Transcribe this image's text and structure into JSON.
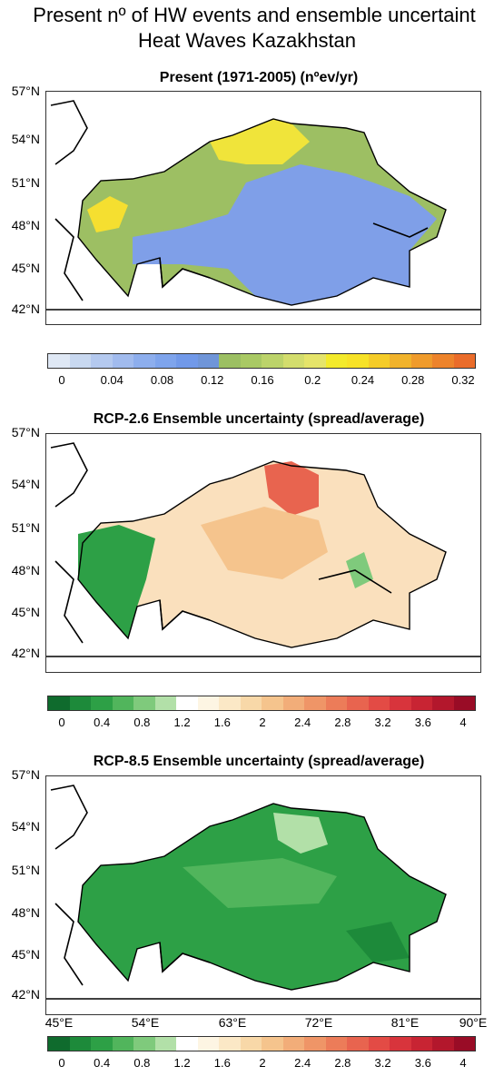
{
  "figure": {
    "title_line1": "Present nº of HW events and ensemble uncertaint",
    "title_line2": "Heat Waves Kazakhstan"
  },
  "panels": [
    {
      "title": "Present (1971-2005) (nºev/yr)",
      "colorbar": {
        "ticks": [
          "0",
          "0.04",
          "0.08",
          "0.12",
          "0.16",
          "0.2",
          "0.24",
          "0.28",
          "0.32"
        ],
        "colors": [
          "#dfe8f5",
          "#c8d8f0",
          "#b4c9ef",
          "#a1bbee",
          "#8daeed",
          "#7ea4ec",
          "#7199e9",
          "#6f95d8",
          "#9cbf63",
          "#a9c964",
          "#bcd36a",
          "#d3dd6d",
          "#e5e46a",
          "#f3ea2b",
          "#f7e227",
          "#f5cc28",
          "#f1b32c",
          "#ef9b2c",
          "#ed832b",
          "#ea6c2a"
        ]
      }
    },
    {
      "title": "RCP-2.6 Ensemble uncertainty (spread/average)",
      "colorbar": {
        "ticks": [
          "0",
          "0.4",
          "0.8",
          "1.2",
          "1.6",
          "2",
          "2.4",
          "2.8",
          "3.2",
          "3.6",
          "4"
        ],
        "colors": [
          "#0f6b2d",
          "#1d8a3a",
          "#2da046",
          "#51b55c",
          "#7fca7c",
          "#b2e0a8",
          "#ffffff",
          "#fdf5e3",
          "#fbe8c6",
          "#f8d8a8",
          "#f5c48d",
          "#f2ad79",
          "#ef9567",
          "#ec7c59",
          "#e8644f",
          "#e34b45",
          "#d8343c",
          "#c82433",
          "#b3172c",
          "#990c26"
        ]
      }
    },
    {
      "title": "RCP-8.5 Ensemble uncertainty (spread/average)",
      "colorbar": {
        "ticks": [
          "0",
          "0.4",
          "0.8",
          "1.2",
          "1.6",
          "2",
          "2.4",
          "2.8",
          "3.2",
          "3.6",
          "4"
        ],
        "colors": [
          "#0f6b2d",
          "#1d8a3a",
          "#2da046",
          "#51b55c",
          "#7fca7c",
          "#b2e0a8",
          "#ffffff",
          "#fdf5e3",
          "#fbe8c6",
          "#f8d8a8",
          "#f5c48d",
          "#f2ad79",
          "#ef9567",
          "#ec7c59",
          "#e8644f",
          "#e34b45",
          "#d8343c",
          "#c82433",
          "#b3172c",
          "#990c26"
        ]
      }
    }
  ],
  "lat_labels": [
    "57°N",
    "54°N",
    "51°N",
    "48°N",
    "45°N",
    "42°N"
  ],
  "lon_labels": [
    "45°E",
    "54°E",
    "63°E",
    "72°E",
    "81°E",
    "90°E"
  ]
}
